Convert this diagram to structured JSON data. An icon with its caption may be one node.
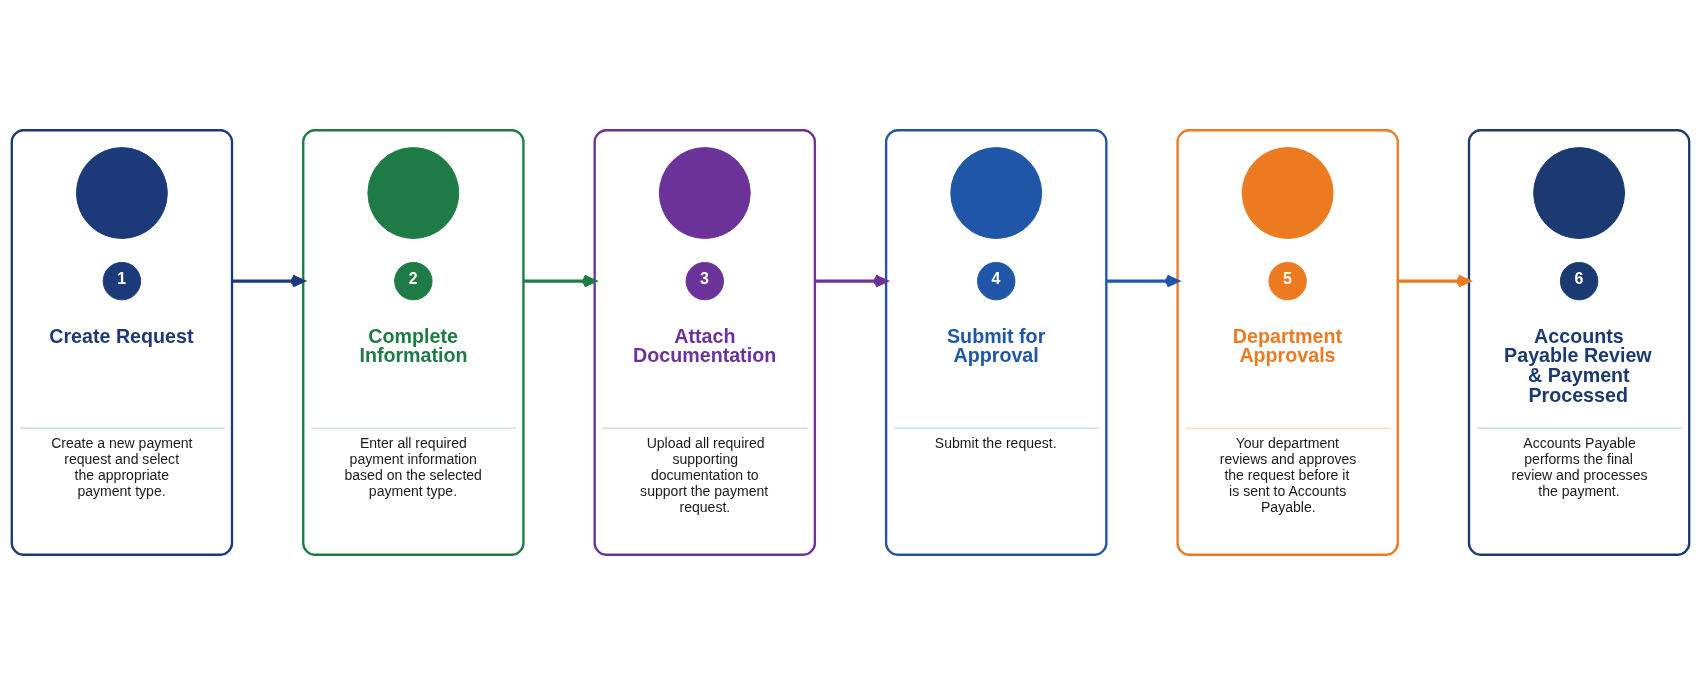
{
  "diagram": {
    "nodes": [
      {
        "text": [
          "Create Request",
          "Create a new payment request and select the appropriate payment type."
        ]
      },
      {
        "text": [],
        "shape": "circle",
        "in": 0
      },
      {
        "text": [
          "1"
        ],
        "in": 0
      },
      {
        "text": [
          "Complete Information",
          "Enter all required payment information based on the selected payment type."
        ]
      },
      {
        "text": [],
        "shape": "circle",
        "in": 3
      },
      {
        "text": [
          "2"
        ],
        "in": 3
      },
      {
        "text": [
          "Attach Documentation",
          "Upload all required supporting documentation to support the payment request."
        ]
      },
      {
        "text": [],
        "shape": "circle",
        "in": 6
      },
      {
        "text": [
          "3"
        ],
        "in": 6
      },
      {
        "text": [
          "Submit for Approval",
          "Submit the request."
        ]
      },
      {
        "text": [],
        "shape": "circle",
        "in": 9
      },
      {
        "text": [
          "4"
        ],
        "in": 9
      },
      {
        "text": [
          "Department Approvals",
          "Your department reviews and approves the request before it is sent to Accounts Payable."
        ]
      },
      {
        "text": [],
        "shape": "circle",
        "in": 12
      },
      {
        "text": [
          "5"
        ],
        "in": 12
      },
      {
        "text": [
          "Accounts Payable Review & Payment Processed",
          "Accounts Payable performs the final review and processes the payment."
        ]
      },
      {
        "text": [],
        "shape": "circle",
        "in": 15
      },
      {
        "text": [
          "6"
        ],
        "in": 15
      }
    ],
    "edges": [
      {
        "from": 0,
        "to": 3,
        "arrow": "to",
        "color": "#1c3a7a"
      },
      {
        "from": 3,
        "to": 6,
        "arrow": "to",
        "color": "#1e7b45"
      },
      {
        "from": 6,
        "to": 9,
        "arrow": "to",
        "color": "#6b3399"
      },
      {
        "from": 9,
        "to": 12,
        "arrow": "to",
        "color": "#2056a8"
      },
      {
        "from": 12,
        "to": 15,
        "arrow": "to",
        "color": "#ec7a21"
      }
    ]
  }
}
